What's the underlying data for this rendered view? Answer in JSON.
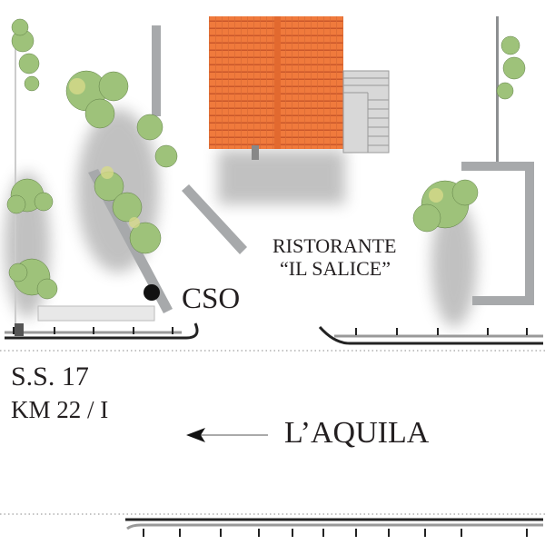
{
  "labels": {
    "restaurant_line1": "RISTORANTE",
    "restaurant_line2": "“IL SALICE”",
    "cso": "CSO",
    "road": "S.S. 17",
    "km": "KM 22 / I",
    "direction": "L’AQUILA"
  },
  "colors": {
    "roof": "#f07a3c",
    "wall": "#a7a9ab",
    "tree": "#8fb86a",
    "text": "#231f20"
  }
}
